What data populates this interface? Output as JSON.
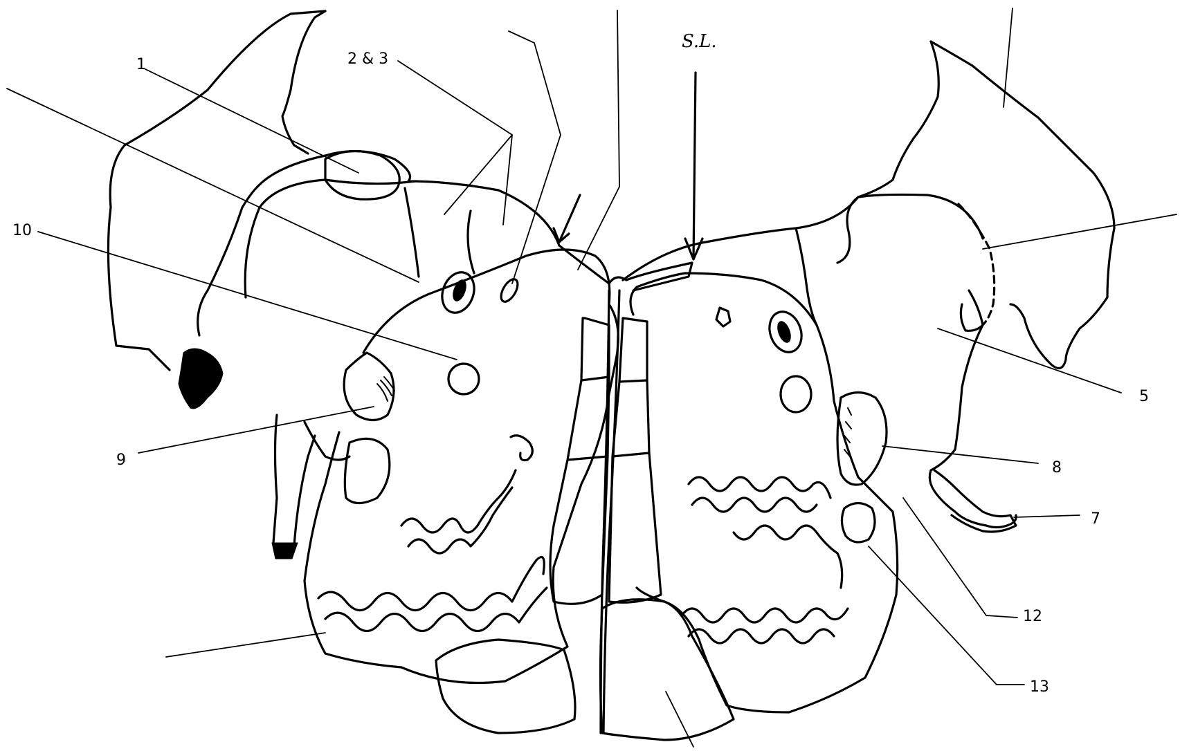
{
  "labels": {
    "l1": "1",
    "l2_3": "2 & 3",
    "sl": "S.L.",
    "l10": "10",
    "l9": "9",
    "l5": "5",
    "l8": "8",
    "l7": "7",
    "l12": "12",
    "l13": "13"
  },
  "colors": {
    "ink": "#000000",
    "background": "#ffffff"
  }
}
